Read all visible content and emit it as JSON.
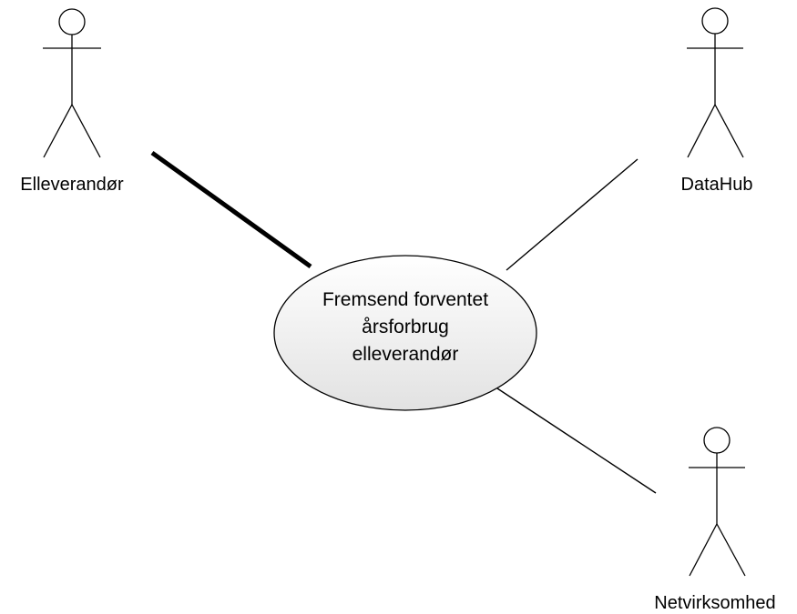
{
  "diagram": {
    "type": "use-case",
    "actors": [
      {
        "id": "elleverandor",
        "label": "Elleverandør"
      },
      {
        "id": "datahub",
        "label": "DataHub"
      },
      {
        "id": "netvirksomhed",
        "label": "Netvirksomhed"
      }
    ],
    "use_case": {
      "lines": [
        "Fremsend forventet",
        "årsforbrug",
        "elleverandør"
      ]
    },
    "associations": [
      {
        "from": "elleverandor",
        "to": "use_case",
        "emphasis": "thick"
      },
      {
        "from": "datahub",
        "to": "use_case",
        "emphasis": "thin"
      },
      {
        "from": "netvirksomhed",
        "to": "use_case",
        "emphasis": "thin"
      }
    ]
  }
}
